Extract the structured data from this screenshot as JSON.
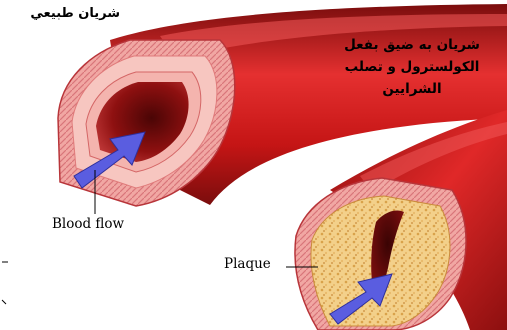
{
  "diagram": {
    "normal_title": "شريان طبيعي",
    "narrowed_title_lines": [
      "شريان به ضيق بفعل",
      "الكولسترول و تصلب",
      "الشرايين"
    ],
    "blood_flow_label": "Blood flow",
    "plaque_label": "Plaque"
  },
  "colors": {
    "artery_red": "#d11a1a",
    "lumen_dark": "#6a0a0a",
    "wall_pink": "#f1a7a3",
    "plaque_yellow": "#f3d08a",
    "arrow_blue": "#5a5de0"
  }
}
